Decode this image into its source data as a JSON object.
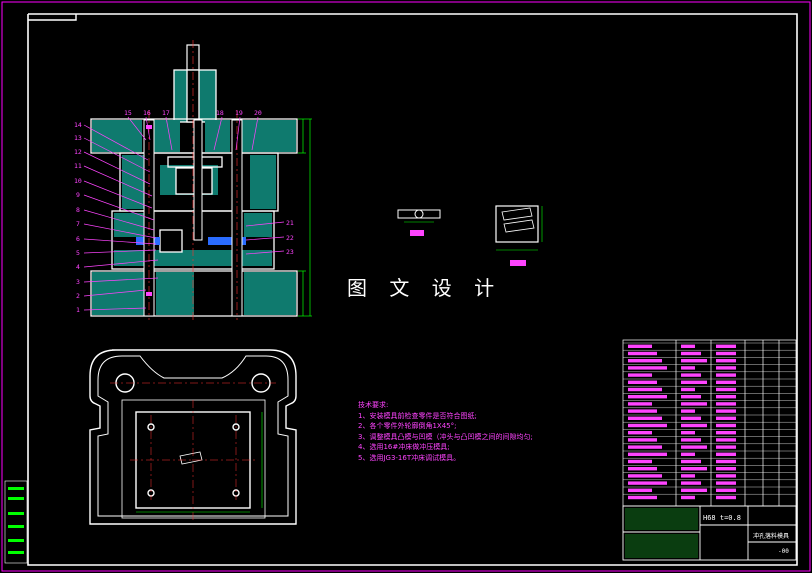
{
  "drawing": {
    "watermark": "图 文 设 计",
    "part_labels_left": [
      "14",
      "13",
      "12",
      "11",
      "10",
      "9",
      "8",
      "7",
      "6",
      "5",
      "4",
      "3",
      "2",
      "1"
    ],
    "part_labels_top": [
      "15",
      "16",
      "17",
      "18",
      "19",
      "20"
    ],
    "part_labels_right": [
      "21",
      "22",
      "23"
    ],
    "technical_requirements": {
      "heading": "技术要求:",
      "items": [
        "1、安装模具前检查零件是否符合图纸;",
        "2、各个零件外轮廓倒角1X45°;",
        "3、调整模具凸模与凹模（冲头与凸凹模之间的间隙均匀;",
        "4、选用16#冲床做冲压模具;",
        "5、选用JG3-16T冲床调试模具。"
      ]
    },
    "title_block": {
      "material_code": "H68 t=0.8",
      "drawing_title": "冲孔落料模具",
      "sheet_no": "-00"
    }
  }
}
